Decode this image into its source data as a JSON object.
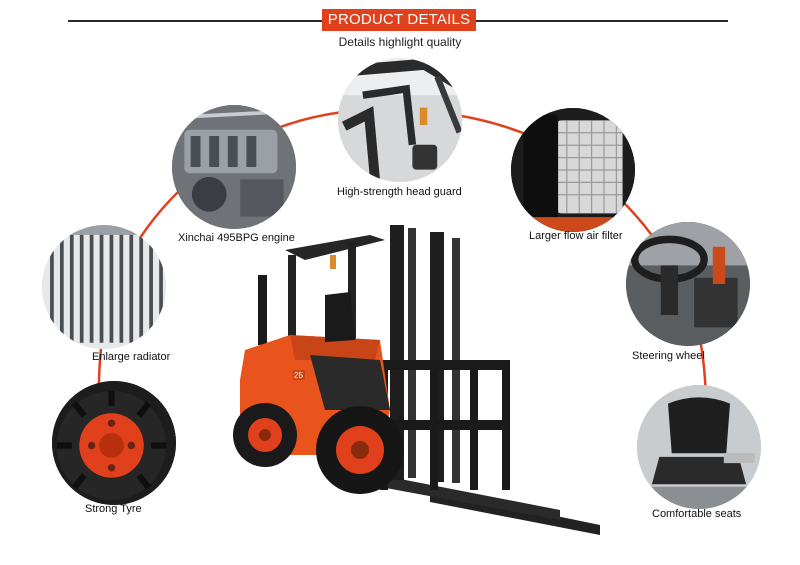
{
  "header": {
    "banner": "PRODUCT DETAILS",
    "subtitle": "Details highlight quality",
    "accent_color": "#e0401c"
  },
  "features": [
    {
      "label": "High-strength head guard",
      "icon": "head-guard-photo"
    },
    {
      "label": "Xinchai 495BPG engine",
      "icon": "engine-photo"
    },
    {
      "label": "Larger flow air filter",
      "icon": "air-filter-photo"
    },
    {
      "label": "Enlarge radiator",
      "icon": "radiator-photo"
    },
    {
      "label": "Steering wheel",
      "icon": "steering-wheel-photo"
    },
    {
      "label": "Strong Tyre",
      "icon": "tyre-photo"
    },
    {
      "label": "Comfortable seats",
      "icon": "seat-photo"
    }
  ],
  "product": {
    "model_badge": "25",
    "body_color": "#e8541c"
  }
}
